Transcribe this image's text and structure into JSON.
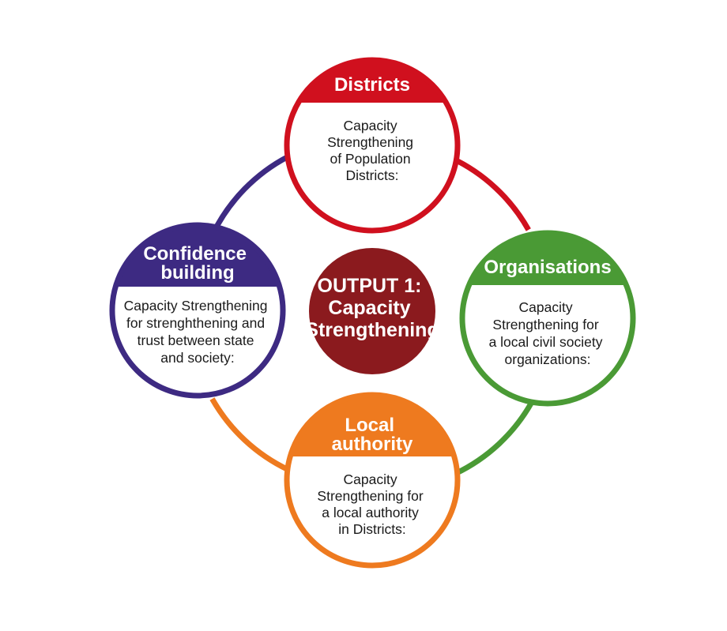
{
  "center": {
    "lines": [
      "OUTPUT 1:",
      "Capacity",
      "Strengthening"
    ],
    "color": "#8b1a1e"
  },
  "nodes": [
    {
      "id": "districts",
      "color": "#d0101e",
      "heading": [
        "Districts"
      ],
      "body": [
        "Capacity",
        "Strengthening",
        "of Population",
        "Districts:"
      ]
    },
    {
      "id": "organisations",
      "color": "#4a9a35",
      "heading": [
        "Organisations"
      ],
      "body": [
        "Capacity",
        "Strengthening for",
        "a local civil society",
        "organizations:"
      ]
    },
    {
      "id": "local-authority",
      "color": "#ee7a1f",
      "heading": [
        "Local",
        "authority"
      ],
      "body": [
        "Capacity",
        "Strengthening for",
        "a local authority",
        "in Districts:"
      ]
    },
    {
      "id": "confidence-building",
      "color": "#3d2a82",
      "heading": [
        "Confidence",
        "building"
      ],
      "body": [
        "Capacity Strengthening",
        "for strenghthening and",
        "trust between state",
        "and society:"
      ]
    }
  ]
}
